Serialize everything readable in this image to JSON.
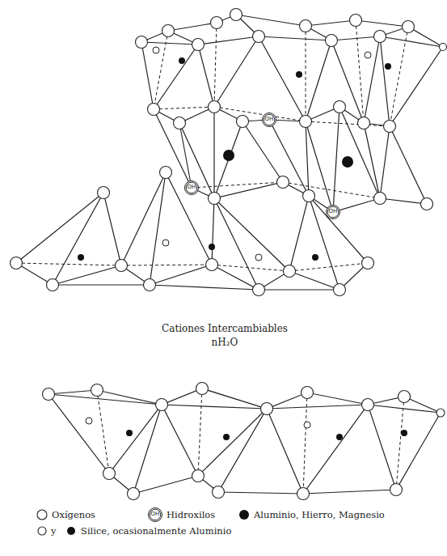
{
  "diagram": {
    "labels": [
      "OH",
      "OH",
      "OH",
      "Cationes Intercambiables",
      "nH₂O",
      "OH",
      "y"
    ],
    "legend": [
      {
        "text": "Oxígenos"
      },
      {
        "text": "Hidroxilos"
      },
      {
        "text": "Aluminio, Hierro, Magnesio"
      },
      {
        "text": "Silice, ocasionalmente Aluminio"
      }
    ]
  }
}
